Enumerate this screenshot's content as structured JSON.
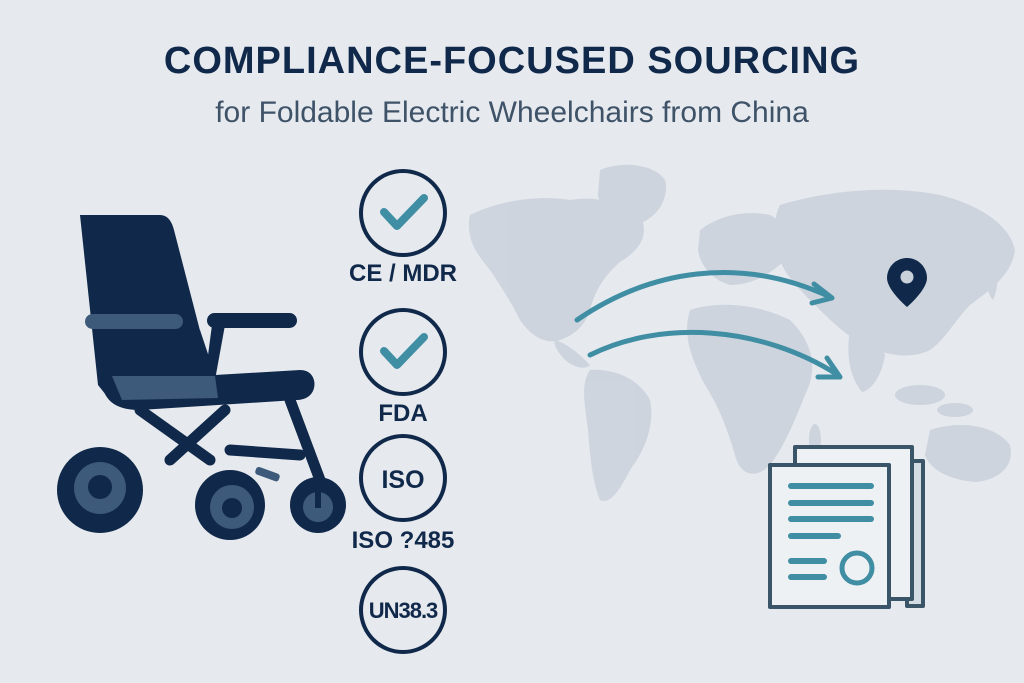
{
  "header": {
    "title": "COMPLIANCE-FOCUSED SOURCING",
    "subtitle": "for Foldable Electric Wheelchairs from China"
  },
  "certifications": [
    {
      "icon": "checkmark-icon",
      "badge_text": "",
      "label": "CE / MDR"
    },
    {
      "icon": "checkmark-icon",
      "badge_text": "",
      "label": "FDA"
    },
    {
      "icon": "text-badge",
      "badge_text": "ISO",
      "label": "ISO ?485"
    },
    {
      "icon": "text-badge",
      "badge_text": "UN38.3",
      "label": ""
    }
  ],
  "illustrations": {
    "wheelchair": "foldable-electric-wheelchair-icon",
    "map": "world-map",
    "pin": "location-pin-icon",
    "arrows": "shipping-route-arrows",
    "documents": "compliance-documents-icon"
  },
  "colors": {
    "background": "#e6e9ee",
    "navy": "#10294a",
    "slate": "#3d5a7a",
    "teal": "#3f8ea3",
    "map": "#c9d1db",
    "doc_stroke": "#3a5468"
  }
}
